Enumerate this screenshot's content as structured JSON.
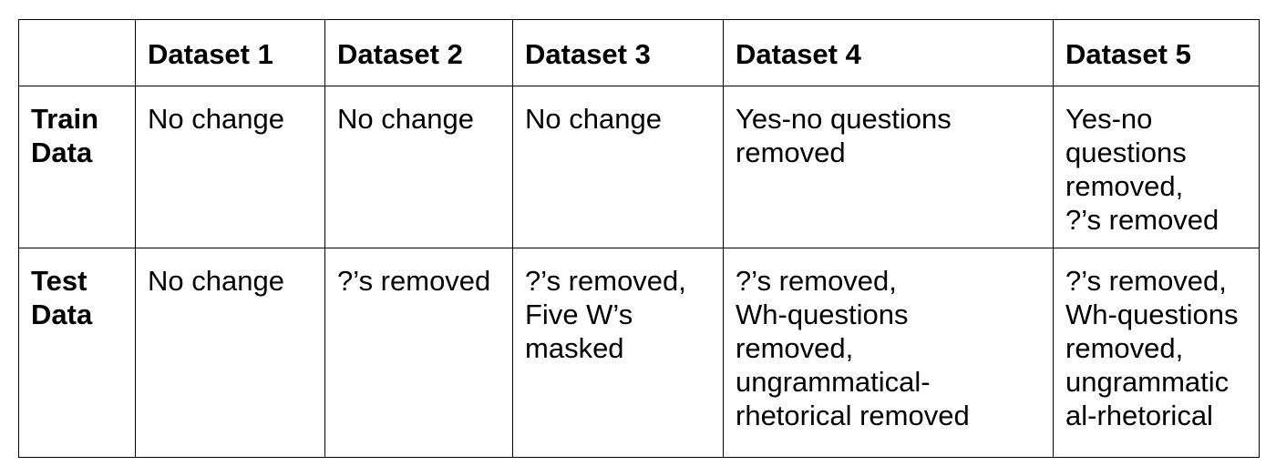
{
  "table": {
    "columns": [
      "",
      "Dataset 1",
      "Dataset 2",
      "Dataset 3",
      "Dataset 4",
      "Dataset 5"
    ],
    "rows": [
      {
        "header_lines": [
          "Train",
          "Data"
        ],
        "cells": [
          [
            "No change"
          ],
          [
            "No change"
          ],
          [
            "No change"
          ],
          [
            "Yes-no questions",
            "removed"
          ],
          [
            "Yes-no",
            "questions",
            "removed,",
            "?’s removed"
          ]
        ]
      },
      {
        "header_lines": [
          "Test",
          "Data"
        ],
        "cells": [
          [
            "No change"
          ],
          [
            "?’s removed"
          ],
          [
            "?’s removed,",
            "Five W’s",
            "masked"
          ],
          [
            "?’s removed,",
            "Wh-questions",
            "removed,",
            "ungrammatical-",
            "rhetorical removed"
          ],
          [
            "?’s removed,",
            "Wh-questions",
            "removed,",
            "ungrammatic",
            "al-rhetorical"
          ]
        ]
      }
    ]
  }
}
